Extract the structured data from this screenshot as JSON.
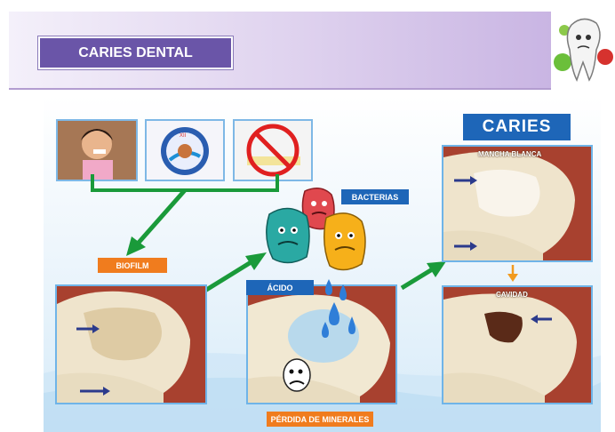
{
  "header": {
    "title": "CARIES DENTAL"
  },
  "diagram": {
    "caries_title": "CARIES",
    "labels": {
      "biofilm": "BIOFILM",
      "bacterias": "BACTERIAS",
      "acido": "ÁCIDO",
      "perdida": "PÉRDIDA DE MINERALES",
      "mancha_blanca": "MANCHA BLANCA",
      "cavidad": "CAVIDAD"
    }
  },
  "colors": {
    "title_bg": "#6a55a8",
    "tag_orange": "#f07c1e",
    "tag_blue": "#1e66b8",
    "arrow_green": "#1a9a3a",
    "photo_border": "#6fb4e8"
  },
  "icons": [
    "tooth-mascot-icon",
    "no-candy-icon",
    "bacteria-icon",
    "acid-drop-icon",
    "sad-face-icon"
  ]
}
